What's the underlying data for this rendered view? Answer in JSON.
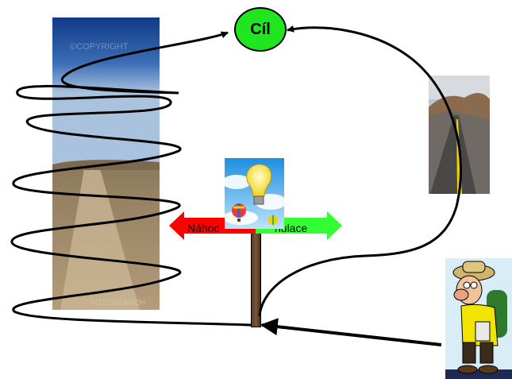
{
  "goal": {
    "label": "Cíl"
  },
  "signpost": {
    "left_label": "Náhoc",
    "right_label": "nulace",
    "left_color": "#ff0000",
    "right_color": "#33ff33"
  },
  "photos": {
    "dirt_road_watermark_top": "©COPYRIGHT",
    "dirt_road_watermark_bottom": "FOTOSEARCH"
  },
  "colors": {
    "goal_fill": "#1fe61f",
    "line": "#000000"
  }
}
